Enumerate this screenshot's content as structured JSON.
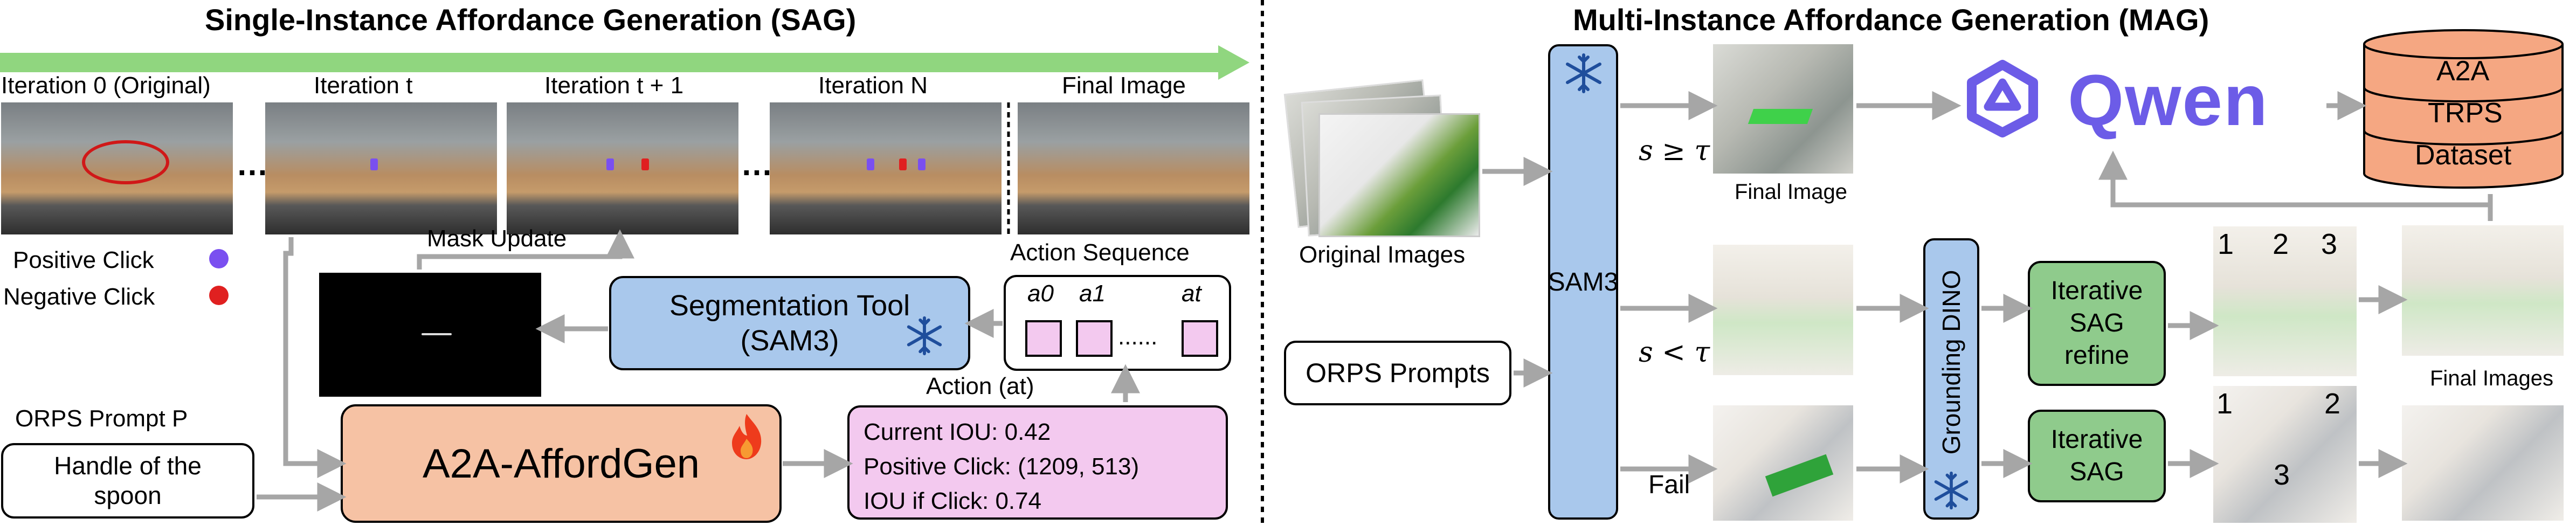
{
  "sag": {
    "title": "Single-Instance Affordance Generation (SAG)",
    "iterations": [
      "Iteration 0 (Original)",
      "Iteration t",
      "Iteration t + 1",
      "Iteration N"
    ],
    "final_image": "Final Image",
    "legend_positive": "Positive Click",
    "legend_negative": "Negative Click",
    "mask_update": "Mask Update",
    "action_sequence": "Action Sequence",
    "seq_labels": [
      "a0",
      "a1",
      "......",
      "at"
    ],
    "seg_tool_line1": "Segmentation Tool",
    "seg_tool_line2": "(SAM3)",
    "action_label": "Action (at)",
    "prompt_label": "ORPS Prompt P",
    "prompt_text_line1": "Handle of the",
    "prompt_text_line2": "spoon",
    "model": "A2A-AffordGen",
    "status_lines": [
      "Current IOU: 0.42",
      "Positive Click: (1209, 513)",
      "IOU if Click: 0.74"
    ]
  },
  "mag": {
    "title": "Multi-Instance Affordance Generation (MAG)",
    "original_images": "Original Images",
    "orps_prompts": "ORPS Prompts",
    "sam3": "SAM3",
    "cond_ge": "s ≥ τ",
    "cond_lt": "s < τ",
    "fail": "Fail",
    "final_image": "Final Image",
    "grounding": "Grounding DINO",
    "refine_line1": "Iterative",
    "refine_line2": "SAG",
    "refine_line3": "refine",
    "iter_line1": "Iterative",
    "iter_line2": "SAG",
    "qwen": "Qwen",
    "db": [
      "A2A",
      "TRPS",
      "Dataset"
    ],
    "final_images": "Final Images",
    "nums_top": [
      "1",
      "2",
      "3"
    ],
    "nums_bottom": [
      "1",
      "2",
      "3"
    ]
  },
  "colors": {
    "green_bar": "#90d67f",
    "pink": "#f3c9ef",
    "blue": "#a9c8ec",
    "orange": "#f6c2a4",
    "green_box": "#8fcb8c",
    "qwen": "#6c5ce7",
    "positive": "#7a4ff0",
    "negative": "#e02020"
  },
  "icons": {
    "snowflake": "snowflake-icon",
    "flame": "flame-icon"
  }
}
